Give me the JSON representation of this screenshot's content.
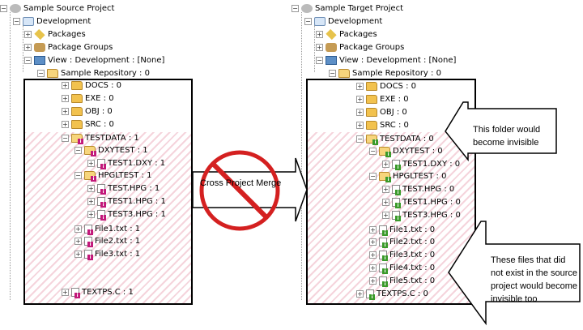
{
  "source": {
    "project": "Sample Source Project",
    "development": "Development",
    "packages": "Packages",
    "package_groups": "Package Groups",
    "view": "View : Development : [None]",
    "repository": "Sample Repository : 0",
    "items": [
      {
        "label": "DOCS : 0",
        "type": "folder",
        "level": 0
      },
      {
        "label": "EXE : 0",
        "type": "folder",
        "level": 0
      },
      {
        "label": "OBJ : 0",
        "type": "folder",
        "level": 0
      },
      {
        "label": "SRC : 0",
        "type": "folder",
        "level": 0
      },
      {
        "label": "TESTDATA : 1",
        "type": "folder-open",
        "level": 0
      },
      {
        "label": "DXYTEST : 1",
        "type": "folder-open",
        "level": 1
      },
      {
        "label": "TEST1.DXY : 1",
        "type": "file",
        "level": 2
      },
      {
        "label": "HPGLTEST : 1",
        "type": "folder-open",
        "level": 1
      },
      {
        "label": "TEST.HPG : 1",
        "type": "file",
        "level": 2
      },
      {
        "label": "TEST1.HPG : 1",
        "type": "file",
        "level": 2
      },
      {
        "label": "TEST3.HPG : 1",
        "type": "file",
        "level": 2
      },
      {
        "label": "File1.txt : 1",
        "type": "file",
        "level": 1
      },
      {
        "label": "File2.txt : 1",
        "type": "file",
        "level": 1
      },
      {
        "label": "File3.txt : 1",
        "type": "file",
        "level": 1
      },
      {
        "label": "TEXTPS.C : 1",
        "type": "file",
        "level": 0
      }
    ]
  },
  "target": {
    "project": "Sample Target Project",
    "development": "Development",
    "packages": "Packages",
    "package_groups": "Package Groups",
    "view": "View : Development : [None]",
    "repository": "Sample Repository : 0",
    "items": [
      {
        "label": "DOCS : 0",
        "type": "folder",
        "level": 0
      },
      {
        "label": "EXE : 0",
        "type": "folder",
        "level": 0
      },
      {
        "label": "OBJ : 0",
        "type": "folder",
        "level": 0
      },
      {
        "label": "SRC : 0",
        "type": "folder",
        "level": 0
      },
      {
        "label": "TESTDATA : 0",
        "type": "folder-open",
        "level": 0
      },
      {
        "label": "DXYTEST : 0",
        "type": "folder-open",
        "level": 1
      },
      {
        "label": "TEST1.DXY : 0",
        "type": "file",
        "level": 2
      },
      {
        "label": "HPGLTEST : 0",
        "type": "folder-open",
        "level": 1
      },
      {
        "label": "TEST.HPG : 0",
        "type": "file",
        "level": 2
      },
      {
        "label": "TEST1.HPG : 0",
        "type": "file",
        "level": 2
      },
      {
        "label": "TEST3.HPG : 0",
        "type": "file",
        "level": 2
      },
      {
        "label": "File1.txt : 0",
        "type": "file",
        "level": 1
      },
      {
        "label": "File2.txt : 0",
        "type": "file",
        "level": 1
      },
      {
        "label": "File3.txt : 0",
        "type": "file",
        "level": 1
      },
      {
        "label": "File4.txt : 0",
        "type": "file",
        "level": 1
      },
      {
        "label": "File5.txt : 0",
        "type": "file",
        "level": 1
      },
      {
        "label": "TEXTPS.C : 0",
        "type": "file",
        "level": 0
      }
    ]
  },
  "merge_label": "Cross Project Merge",
  "callout_folder": "This folder would become invisible",
  "callout_files": "These files that did not exist in the source project would become invisible too",
  "icons": {
    "project": "project-icon",
    "development": "development-icon",
    "packages": "packages-icon",
    "package_groups": "package-groups-icon",
    "view": "view-icon",
    "folder": "folder-icon",
    "file": "file-icon",
    "prohibited": "no-entry-icon"
  },
  "colors": {
    "source_badge": "#c2187a",
    "target_badge": "#3a9a2a",
    "prohibited": "#d42020",
    "hatch": "#ebaab9"
  }
}
